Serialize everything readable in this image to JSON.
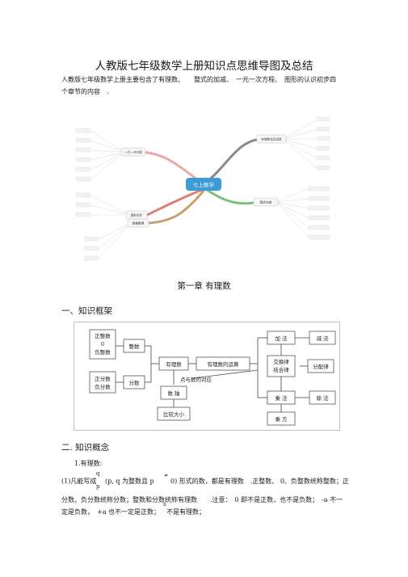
{
  "doc": {
    "title": "人教版七年级数学上册知识点思维导图及总结",
    "intro_line1": "人教版七年级数学上册主要包含了有理数、　　整式的加减、　一元一次方程、　图形的认识初步四",
    "intro_line2": "个章节的内容　."
  },
  "mindmap": {
    "center": "七上数学",
    "branches": {
      "rational": "有理数及其运算",
      "equation": "一元一次方程",
      "integral": "整式加减",
      "geometry": "图形初步",
      "data": "数据整理"
    }
  },
  "chapter1": {
    "heading": "第一章 有理数",
    "section1": "一、知识框架",
    "section2": "二.  知识概念",
    "item1": "1.有理数:",
    "def_line1_a": "(1)凡能写成",
    "def_q": "q",
    "def_line1_b": "(p, q 为整数且  p",
    "def_neq": "≠",
    "def_line1_c": "0) 形式的数，都是有理数　.正整数、 0、负整数统称整数；正",
    "def_p": "p",
    "def_line2": "分数、负分数统称分数；整数和分数统称有理数　　.注意：　0 即不是正数，也不是负数；　-a 不一",
    "def_line3_a": "定是负数，　+a 也不一定是正数；",
    "def_pi": "π",
    "def_line3_b": "不是有理数；"
  },
  "framework": {
    "int_group": [
      "正整数",
      "0",
      "负整数"
    ],
    "frac_group": [
      "正分数",
      "负分数"
    ],
    "integer": "整数",
    "fraction": "分数",
    "rational": "有理数",
    "ops": "有理数的运算",
    "point_map": "点与数的对应",
    "number_line": "数  轴",
    "compare": "比较大小",
    "add": "加  法",
    "sub": "减  法",
    "laws": [
      "交换律",
      "结合律"
    ],
    "distributive": "分配律",
    "mul": "乘  法",
    "div": "除  法",
    "power": "乘  方"
  }
}
